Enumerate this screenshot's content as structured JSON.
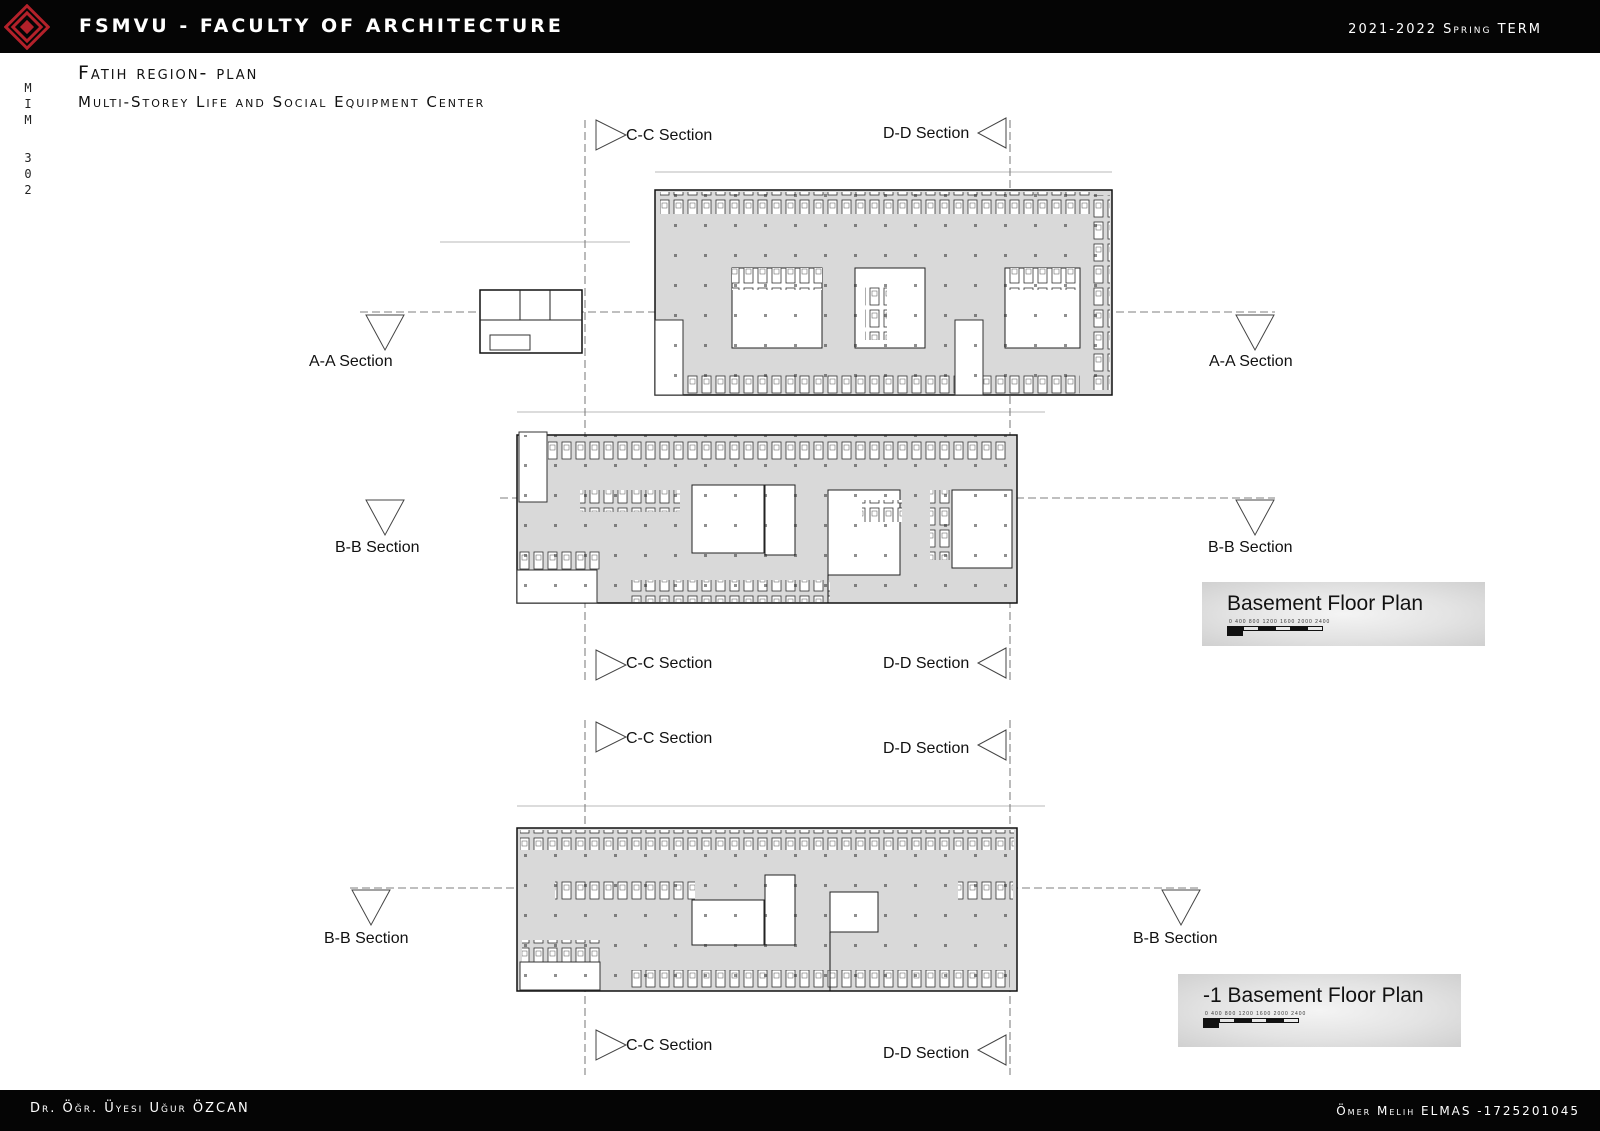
{
  "header": {
    "title": "FSMVU - FACULTY OF ARCHITECTURE",
    "term": "2021-2022 Spring TERM"
  },
  "course_code": [
    "M",
    "I",
    "M",
    "3",
    "0",
    "2"
  ],
  "page": {
    "title": "Fatih region- plan",
    "subtitle": "Multi-Storey Life and Social Equipment Center"
  },
  "section_labels": {
    "cc": "C-C Section",
    "dd": "D-D Section",
    "aa": "A-A Section",
    "bb": "B-B Section"
  },
  "plans": {
    "basement": {
      "title": "Basement Floor Plan",
      "scale_ticks": "0 400 800 1200 1600 2000 2400"
    },
    "minus_one": {
      "title": "-1 Basement Floor Plan",
      "scale_ticks": "0 400 800 1200 1600 2000 2400"
    }
  },
  "footer": {
    "advisor": "Dr. Öğr. Üyesi Uğur ÖZCAN",
    "student": "Ömer Melih ELMAS -1725201045"
  },
  "colors": {
    "bar": "#050505",
    "logo_red": "#b3212a",
    "floor_fill": "#d9d9d9"
  }
}
